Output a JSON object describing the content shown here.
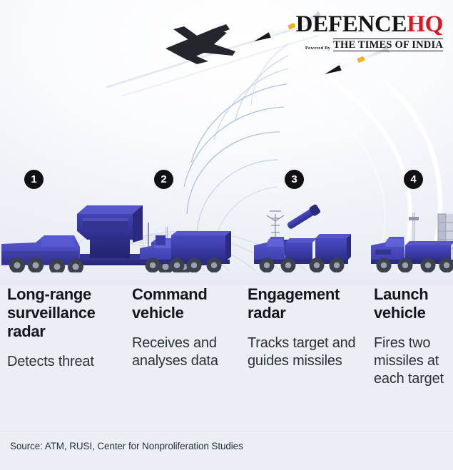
{
  "brand": {
    "name_part1": "DEFENCE",
    "name_part2": "HQ",
    "powered_by": "Powered By",
    "publisher": "THE TIMES OF INDIA",
    "accent_color": "#d61921",
    "text_color": "#151515"
  },
  "scene": {
    "background_color": "#eceef6",
    "vehicle_color": "#3b3ba8",
    "aircraft_label": "incoming-aircraft",
    "missile_count": 2,
    "missile_nose_color": "#17171c",
    "missile_band_color": "#e8b422"
  },
  "steps": [
    {
      "number": "1",
      "title": "Long-range surveillance radar",
      "description": "Detects threat",
      "icon": "radar-truck-icon"
    },
    {
      "number": "2",
      "title": "Command vehicle",
      "description": "Receives and analyses data",
      "icon": "command-truck-icon"
    },
    {
      "number": "3",
      "title": "Engagement radar",
      "description": "Tracks target and guides missiles",
      "icon": "engagement-radar-truck-icon"
    },
    {
      "number": "4",
      "title": "Launch vehicle",
      "description": "Fires two missiles at each target",
      "icon": "launcher-truck-icon"
    }
  ],
  "footer": {
    "source": "Source: ATM, RUSI, Center for Nonproliferation Studies"
  }
}
